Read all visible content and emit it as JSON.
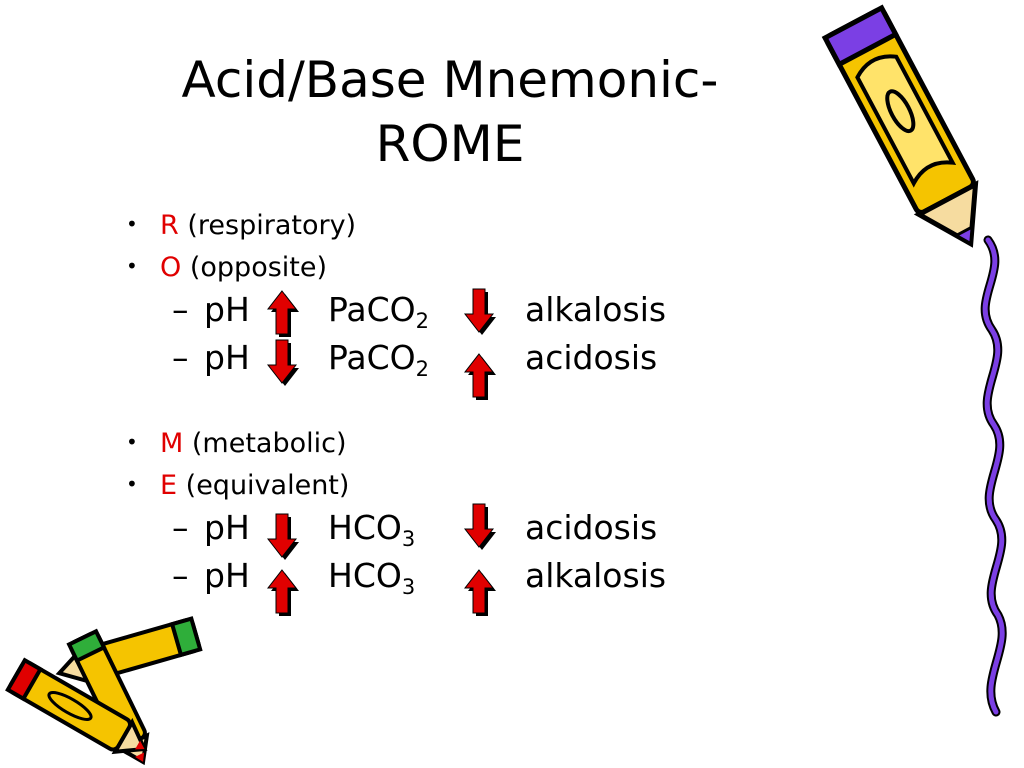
{
  "title": {
    "line1": "Acid/Base Mnemonic-",
    "line2": "ROME"
  },
  "bullets": [
    {
      "letter": "R",
      "text": "(respiratory)"
    },
    {
      "letter": "O",
      "text": "(opposite)"
    },
    {
      "letter": "M",
      "text": "(metabolic)"
    },
    {
      "letter": "E",
      "text": "(equivalent)"
    }
  ],
  "rows": [
    {
      "dash": "–",
      "ph": "pH",
      "ph_dir": "up",
      "gas": "PaCO",
      "sub": "2",
      "gas_dir": "down",
      "result": "alkalosis"
    },
    {
      "dash": "–",
      "ph": "pH",
      "ph_dir": "down",
      "gas": "PaCO",
      "sub": "2",
      "gas_dir": "up",
      "result": "acidosis"
    },
    {
      "dash": "–",
      "ph": "pH",
      "ph_dir": "down",
      "gas": "HCO",
      "sub": "3",
      "gas_dir": "down",
      "result": "acidosis"
    },
    {
      "dash": "–",
      "ph": "pH",
      "ph_dir": "up",
      "gas": "HCO",
      "sub": "3",
      "gas_dir": "up",
      "result": "alkalosis"
    }
  ],
  "colors": {
    "letter": "#e00000",
    "arrow_fill": "#e00000",
    "arrow_shadow": "#000000",
    "pencil_body": "#f5c400",
    "pencil_outline": "#000000",
    "squiggle": "#7b3fe4"
  },
  "icons": [
    "up-arrow-icon",
    "down-arrow-icon",
    "pencil-icon",
    "squiggle-line-icon"
  ]
}
